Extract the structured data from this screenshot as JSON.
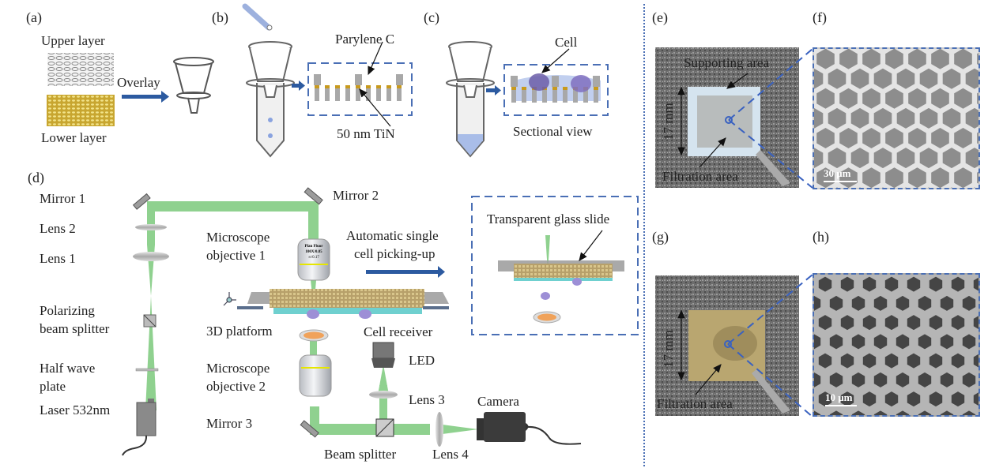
{
  "colors": {
    "beam": "#8fd18f",
    "arrow": "#2c5aa0",
    "dash": "#4a6fb5",
    "tin": "#c89a1e",
    "parylene": "#a8a8a8",
    "liquid": "#a9bde8",
    "cell": "#7c6fb8",
    "receiver": "#f0a25a"
  },
  "panels": {
    "a": {
      "label": "(a)",
      "upper_layer": "Upper layer",
      "lower_layer": "Lower layer",
      "overlay": "Overlay"
    },
    "b": {
      "label": "(b)",
      "parylene": "Parylene C",
      "tin": "50 nm TiN"
    },
    "c": {
      "label": "(c)",
      "cell": "Cell",
      "sectional": "Sectional view"
    },
    "d": {
      "label": "(d)",
      "mirror1": "Mirror 1",
      "mirror2": "Mirror 2",
      "mirror3": "Mirror 3",
      "lens1": "Lens 1",
      "lens2": "Lens 2",
      "lens3": "Lens 3",
      "lens4": "Lens 4",
      "pbs_line1": "Polarizing",
      "pbs_line2": "beam splitter",
      "hwp_line1": "Half wave",
      "hwp_line2": "plate",
      "laser": "Laser 532nm",
      "obj1_line1": "Microscope",
      "obj1_line2": "objective 1",
      "obj2_line1": "Microscope",
      "obj2_line2": "objective 2",
      "platform": "3D platform",
      "receiver": "Cell receiver",
      "led": "LED",
      "camera": "Camera",
      "beam_splitter": "Beam splitter",
      "auto_line1": "Automatic single",
      "auto_line2": "cell picking-up",
      "glass_slide": "Transparent glass slide",
      "objective_text": [
        "Plan Fluor",
        "100X/0.85",
        "∞/0.17"
      ]
    },
    "e": {
      "label": "(e)",
      "supporting": "Supporting area",
      "filtration": "Filtration area",
      "size": "17 mm"
    },
    "f": {
      "label": "(f)",
      "scale": "30 μm"
    },
    "g": {
      "label": "(g)",
      "filtration": "Filtration area",
      "size": "17 mm"
    },
    "h": {
      "label": "(h)",
      "scale": "10 μm"
    }
  }
}
